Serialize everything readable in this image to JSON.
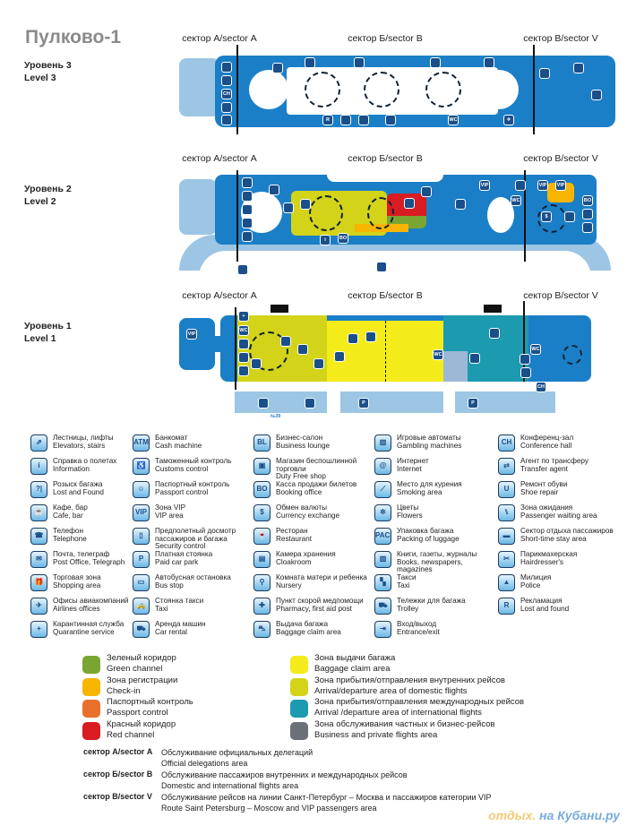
{
  "title": "Пулково-1",
  "levels": [
    {
      "ru": "Уровень 3",
      "en": "Level 3"
    },
    {
      "ru": "Уровень 2",
      "en": "Level 2"
    },
    {
      "ru": "Уровень 1",
      "en": "Level 1"
    }
  ],
  "sectors": {
    "a": "сектор А/sector А",
    "b": "сектор Б/sector В",
    "v": "сектор В/sector V"
  },
  "map_markers": {
    "level3": [
      "",
      "",
      "CH",
      "",
      "",
      "",
      "",
      "",
      "",
      "",
      "R",
      "",
      "",
      "",
      "WC",
      "✈",
      "",
      "",
      ""
    ],
    "level2": [
      "",
      "",
      "",
      "",
      "",
      "",
      "",
      "",
      "i",
      "BO",
      "",
      "",
      "",
      "VIP",
      "WC",
      "",
      "VIP",
      "VIP",
      "",
      "$",
      "BO",
      "",
      "",
      "",
      ""
    ],
    "level1": [
      "VIP",
      "+",
      "WC",
      "",
      "",
      "",
      "",
      "",
      "",
      "",
      "",
      "",
      "",
      "WC",
      "WC",
      "",
      "",
      "CH",
      "",
      "",
      "P",
      "P",
      "",
      ""
    ],
    "bus_number": "№39"
  },
  "legend": [
    [
      {
        "glyph": "⇗",
        "ru": "Лестницы, лифты",
        "en": "Elevators, stairs"
      },
      {
        "glyph": "i",
        "ru": "Справка о полетах",
        "en": "Information"
      },
      {
        "glyph": "?|",
        "ru": "Розыск багажа",
        "en": "Lost and Found"
      },
      {
        "glyph": "☕",
        "ru": "Кафе, бар",
        "en": "Cafe, bar"
      },
      {
        "glyph": "☎",
        "ru": "Телефон",
        "en": "Telephone"
      },
      {
        "glyph": "✉",
        "ru": "Почта, телеграф",
        "en": "Post Office, Telegraph"
      },
      {
        "glyph": "🎁",
        "ru": "Торговая зона",
        "en": "Shopping area"
      },
      {
        "glyph": "✈",
        "ru": "Офисы авиакомпаний",
        "en": "Airlines offices"
      },
      {
        "glyph": "+",
        "ru": "Карантинная служба",
        "en": "Quarantine service"
      }
    ],
    [
      {
        "glyph": "ATM",
        "ru": "Банкомат",
        "en": "Cash machine"
      },
      {
        "glyph": "♿",
        "ru": "Таможенный контроль",
        "en": "Customs control"
      },
      {
        "glyph": "☺",
        "ru": "Паспортный контроль",
        "en": "Passport control"
      },
      {
        "glyph": "VIP",
        "ru": "Зона VIP",
        "en": "VIP area"
      },
      {
        "glyph": "▯",
        "ru": "Предполетный досмотр\nпассажиров и багажа",
        "en": "Security control"
      },
      {
        "glyph": "P",
        "ru": "Платная стоянка",
        "en": "Paid car park"
      },
      {
        "glyph": "▭",
        "ru": "Автобусная остановка",
        "en": "Bus stop"
      },
      {
        "glyph": "🚕",
        "ru": "Стоянка такси",
        "en": "Taxi"
      },
      {
        "glyph": "⛟",
        "ru": "Аренда машин",
        "en": "Car rental"
      }
    ],
    [
      {
        "glyph": "BL",
        "ru": "Бизнес-салон",
        "en": "Business lounge"
      },
      {
        "glyph": "▣",
        "ru": "Магазин беспошлинной\nторговли",
        "en": "Duty Free shop"
      },
      {
        "glyph": "BO",
        "ru": "Касса продажи билетов",
        "en": "Booking office"
      },
      {
        "glyph": "$",
        "ru": "Обмен валюты",
        "en": "Currency exchange"
      },
      {
        "glyph": "🍷",
        "ru": "Ресторан",
        "en": "Restaurant"
      },
      {
        "glyph": "▤",
        "ru": "Камера хранения",
        "en": "Cloakroom"
      },
      {
        "glyph": "⚲",
        "ru": "Комната матери и ребенка",
        "en": "Nursery"
      },
      {
        "glyph": "✚",
        "ru": "Пункт скорой медпомощи",
        "en": "Pharmacy, first aid post"
      },
      {
        "glyph": "⛍",
        "ru": "Выдача багажа",
        "en": "Baggage claim area"
      }
    ],
    [
      {
        "glyph": "▥",
        "ru": "Игровые автоматы",
        "en": "Gambling machines"
      },
      {
        "glyph": "@",
        "ru": "Интернет",
        "en": "Internet"
      },
      {
        "glyph": "⟋",
        "ru": "Место для курения",
        "en": "Smoking area"
      },
      {
        "glyph": "✲",
        "ru": "Цветы",
        "en": "Flowers"
      },
      {
        "glyph": "PACK",
        "ru": "Упаковка багажа",
        "en": "Packing of luggage"
      },
      {
        "glyph": "▥",
        "ru": "Книги, газеты, журналы",
        "en": "Books, newspapers, magazines"
      },
      {
        "glyph": "▚",
        "ru": "Такси",
        "en": "Taxi"
      },
      {
        "glyph": "⛟",
        "ru": "Тележки для багажа",
        "en": "Trolley"
      },
      {
        "glyph": "⇥",
        "ru": "Вход/выход",
        "en": "Entrance/exit"
      }
    ],
    [
      {
        "glyph": "CH",
        "ru": "Конференц-зал",
        "en": "Conference hall"
      },
      {
        "glyph": "⇄",
        "ru": "Агент по трансферу",
        "en": "Transfer agent"
      },
      {
        "glyph": "U",
        "ru": "Ремонт обуви",
        "en": "Shoe repair"
      },
      {
        "glyph": "⑊",
        "ru": "Зона ожидания",
        "en": "Passenger waiting area"
      },
      {
        "glyph": "▬",
        "ru": "Сектор отдыха пассажиров",
        "en": "Short-time stay area"
      },
      {
        "glyph": "✂",
        "ru": "Парикмахерская",
        "en": "Hairdresser's"
      },
      {
        "glyph": "▲",
        "ru": "Милиция",
        "en": "Police"
      },
      {
        "glyph": "R",
        "ru": "Рекламация",
        "en": "Lost and found"
      }
    ]
  ],
  "zones": [
    {
      "ru": "Зеленый коридор",
      "en": "Green channel",
      "color": "#7ba533"
    },
    {
      "ru": "Зона регистрации",
      "en": "Check-in",
      "color": "#f7b500"
    },
    {
      "ru": "Паспортный контроль",
      "en": "Passport control",
      "color": "#e8702a"
    },
    {
      "ru": "Красный коридор",
      "en": "Red channel",
      "color": "#d91b22"
    },
    {
      "ru": "Зона выдачи багажа",
      "en": "Baggage claim area",
      "color": "#f4ec1a"
    },
    {
      "ru": "Зона прибытия/отправления внутренних рейсов",
      "en": "Arrival/departure area of domestic flights",
      "color": "#d3d31a"
    },
    {
      "ru": "Зона прибытия/отправления международных рейсов",
      "en": "Arrival /departure area of international flights",
      "color": "#1c9ab0"
    },
    {
      "ru": "Зона обслуживания частных и бизнес-рейсов",
      "en": "Business and private flights area",
      "color": "#6b7078"
    }
  ],
  "sector_desc": [
    {
      "label": "сектор А/sector А",
      "ru": "Обслуживание официальных делегаций",
      "en": "Official delegations area"
    },
    {
      "label": "сектор Б/sector В",
      "ru": "Обслуживание пассажиров внутренних и международных рейсов",
      "en": "Domestic and international flights area"
    },
    {
      "label": "сектор В/sector V",
      "ru": "Обслуживание рейсов на линии Санкт-Петербург – Москва и пассажиров категории VIP",
      "en": "Route Saint Petersburg – Moscow and VIP passengers  area"
    }
  ],
  "watermark": {
    "a": "отдых.",
    "b": "на Кубани.ру"
  }
}
